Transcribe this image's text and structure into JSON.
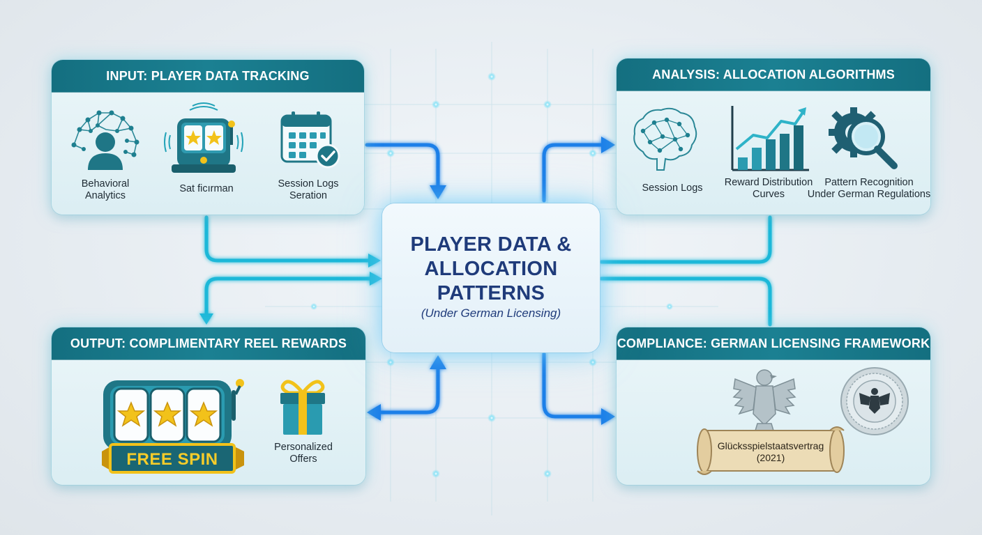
{
  "center": {
    "title_line1": "PLAYER DATA &",
    "title_line2": "ALLOCATION",
    "title_line3": "PATTERNS",
    "subtitle": "(Under German Licensing)"
  },
  "input_panel": {
    "title": "INPUT: PLAYER DATA TRACKING",
    "items": [
      {
        "label": "Behavioral\nAnalytics",
        "icon": "brain-network-person-icon"
      },
      {
        "label": "Sat ficırman",
        "icon": "slot-machine-icon"
      },
      {
        "label": "Session Logs\nSeration",
        "icon": "calendar-check-icon"
      }
    ]
  },
  "analysis_panel": {
    "title": "ANALYSIS: ALLOCATION ALGORITHMS",
    "items": [
      {
        "label": "Session Logs",
        "icon": "neural-brain-icon"
      },
      {
        "label": "Reward Distribution\nCurves",
        "icon": "bar-chart-trend-icon"
      },
      {
        "label": "Pattern Recognition\nUnder German Regulations",
        "icon": "gear-magnifier-icon"
      }
    ]
  },
  "output_panel": {
    "title": "OUTPUT: COMPLIMENTARY REEL REWARDS",
    "items": [
      {
        "label": "FREE SPIN",
        "icon": "slot-reels-stars-icon"
      },
      {
        "label": "Personalized\nOffers",
        "icon": "gift-box-icon"
      }
    ]
  },
  "compliance_panel": {
    "title": "COMPLIANCE: GERMAN LICENSING FRAMEWORK",
    "items": [
      {
        "label": "Glücksspielstaatsvertrag\n(2021)",
        "icon": "parchment-scroll-icon"
      },
      {
        "label": "",
        "icon": "federal-eagle-icon"
      },
      {
        "label": "",
        "icon": "official-seal-icon"
      }
    ]
  },
  "colors": {
    "header_teal": "#17788a",
    "arrow_blue": "#1a7fe8",
    "connector_cyan": "#1bb8d8",
    "center_text": "#1f3b7a",
    "gold": "#f2c21a"
  }
}
